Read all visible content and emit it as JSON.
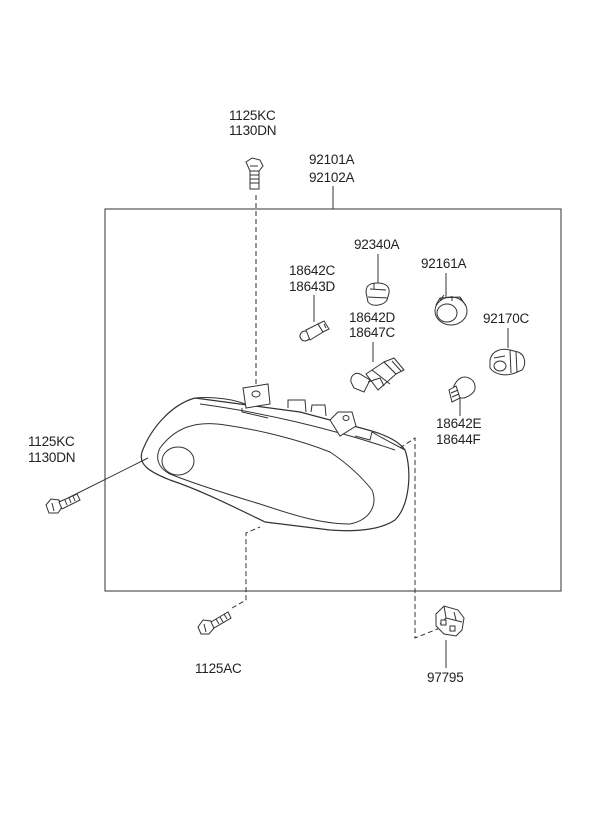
{
  "labels": {
    "bolt_top_1": "1125KC",
    "bolt_top_2": "1130DN",
    "assembly_1": "92101A",
    "assembly_2": "92102A",
    "socket_92340": "92340A",
    "bulb_18642c": "18642C",
    "bulb_18643d": "18643D",
    "bulb_18642d": "18642D",
    "bulb_18647c": "18647C",
    "socket_92161": "92161A",
    "socket_92170": "92170C",
    "bulb_18642e": "18642E",
    "bulb_18644f": "18644F",
    "bolt_left_1": "1125KC",
    "bolt_left_2": "1130DN",
    "bolt_bottom": "1125AC",
    "connector": "97795"
  },
  "icons": {
    "bolt": "hex-bolt-icon",
    "headlamp": "headlamp-housing-icon",
    "bulb": "bulb-icon",
    "socket": "bulb-socket-icon",
    "connector": "connector-icon"
  }
}
